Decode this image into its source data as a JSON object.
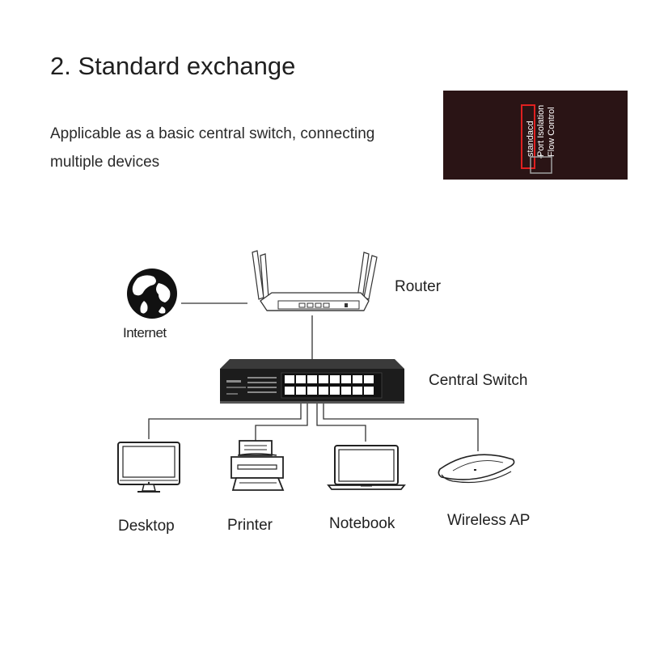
{
  "header": {
    "title": "2. Standard exchange",
    "description": "Applicable as a basic central switch, connecting multiple devices"
  },
  "dip_switch": {
    "options": [
      "standacd",
      "Port Isolation",
      "Flow Control"
    ],
    "selected_index": 0,
    "highlight_color": "#e02020",
    "background_color": "#2a1415"
  },
  "nodes": {
    "internet": "Internet",
    "router": "Router",
    "central_switch": "Central Switch",
    "desktop": "Desktop",
    "printer": "Printer",
    "notebook": "Notebook",
    "wireless_ap": "Wireless AP"
  },
  "icons": {
    "internet": "globe-icon",
    "router": "router-icon",
    "central_switch": "switch-icon",
    "desktop": "desktop-monitor-icon",
    "printer": "printer-icon",
    "notebook": "laptop-icon",
    "wireless_ap": "access-point-icon"
  },
  "connections": [
    [
      "internet",
      "router"
    ],
    [
      "router",
      "central_switch"
    ],
    [
      "central_switch",
      "desktop"
    ],
    [
      "central_switch",
      "printer"
    ],
    [
      "central_switch",
      "notebook"
    ],
    [
      "central_switch",
      "wireless_ap"
    ]
  ]
}
